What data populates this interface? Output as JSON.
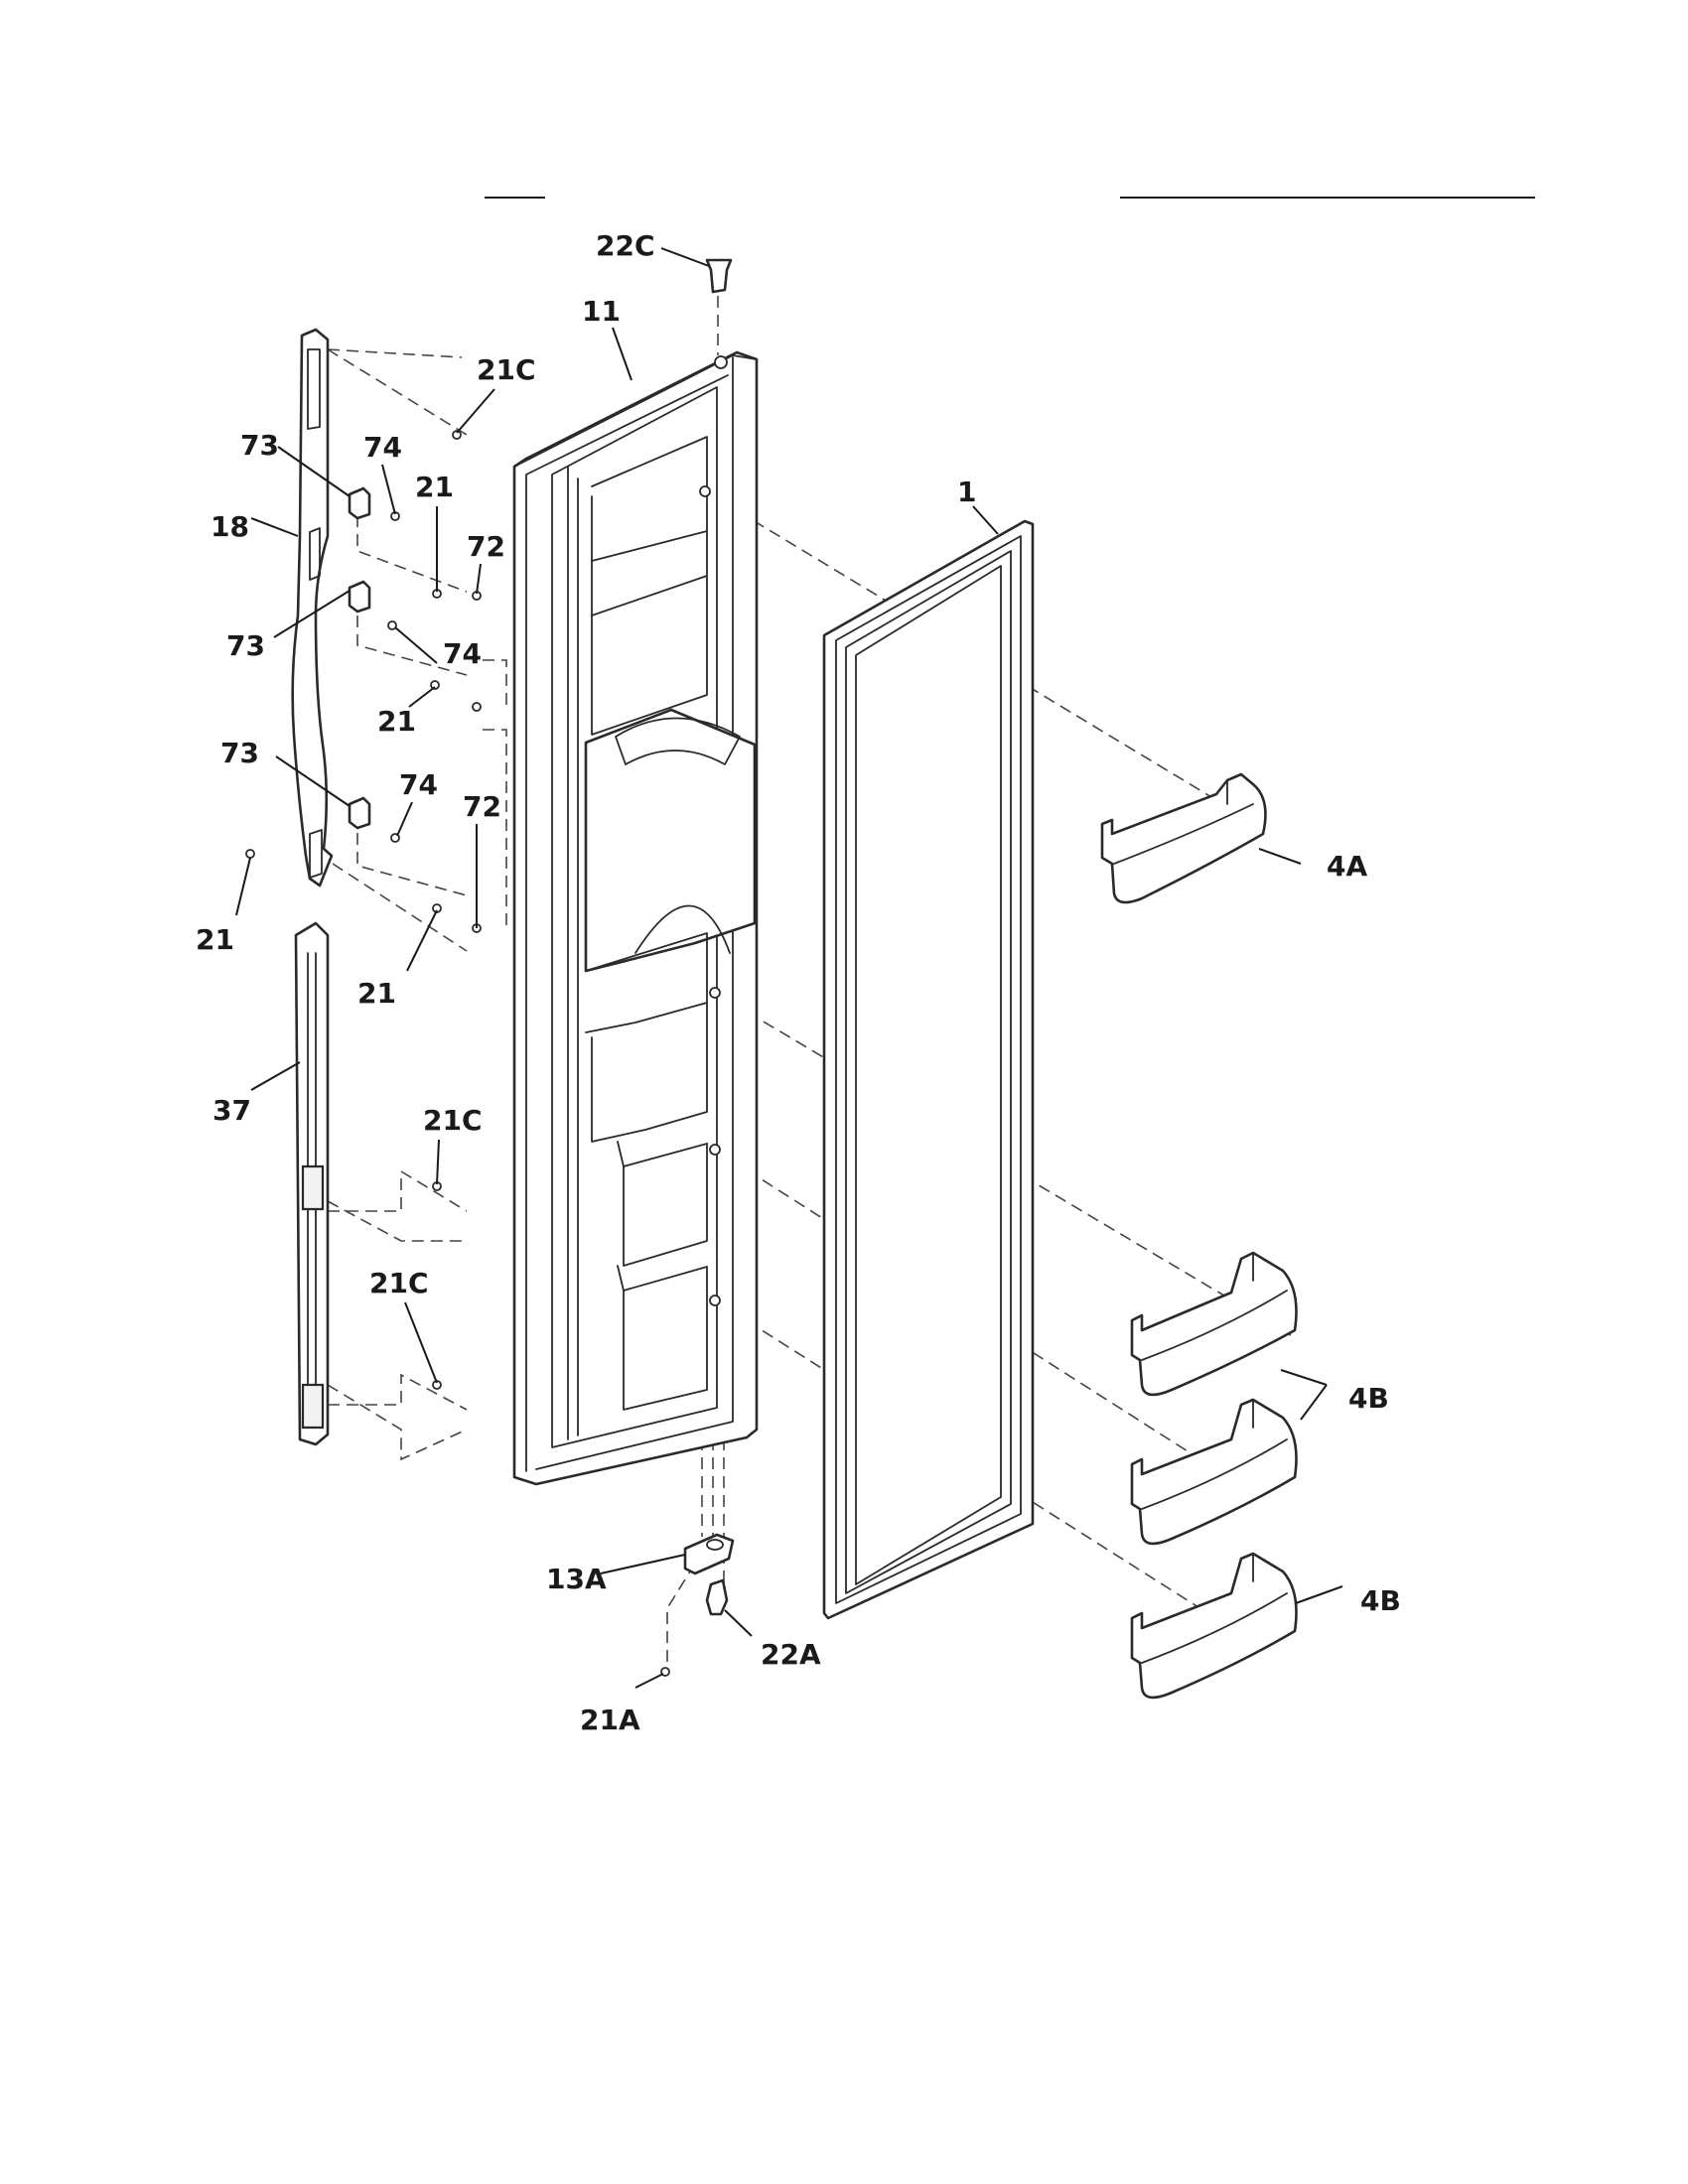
{
  "callouts": {
    "c_22C_top": "22C",
    "c_11": "11",
    "c_21C_a": "21C",
    "c_73_a": "73",
    "c_74_a": "74",
    "c_21_a": "21",
    "c_72_a": "72",
    "c_18": "18",
    "c_1": "1",
    "c_73_b": "73",
    "c_74_b": "74",
    "c_21_b": "21",
    "c_73_c": "73",
    "c_74_c": "74",
    "c_72_b": "72",
    "c_4A": "4A",
    "c_21_c": "21",
    "c_21_d": "21",
    "c_37": "37",
    "c_21C_b": "21C",
    "c_21C_c": "21C",
    "c_4B_a": "4B",
    "c_4B_b": "4B",
    "c_13A": "13A",
    "c_22A": "22A",
    "c_21A": "21A"
  }
}
